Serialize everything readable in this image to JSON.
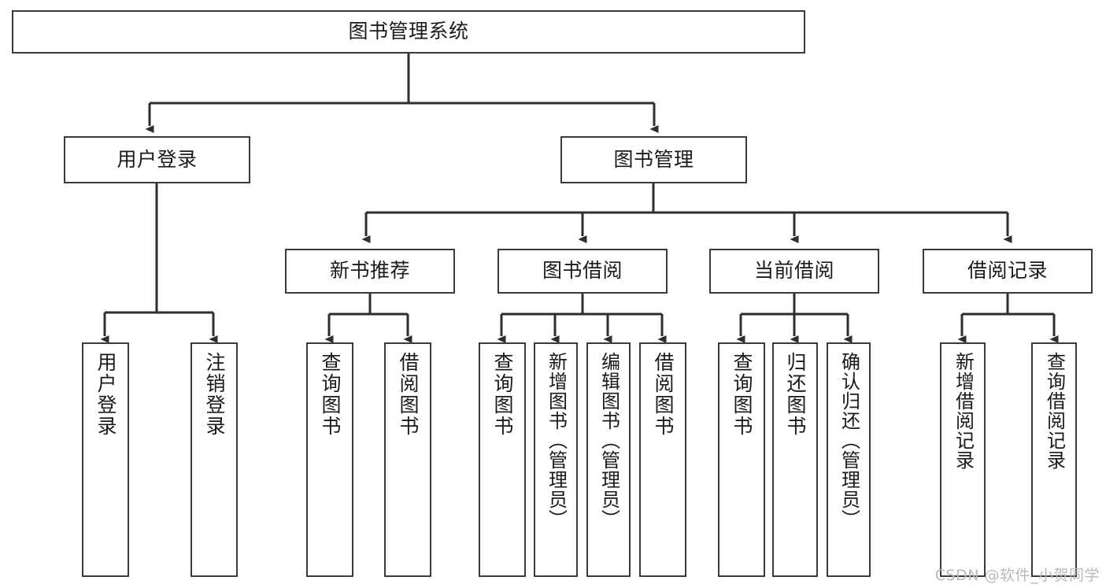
{
  "diagram": {
    "type": "tree-hierarchy-chart",
    "title": "图书管理系统",
    "line_color": "#3a3a3a",
    "box_fill": "#ffffff",
    "text_color": "#1a1a1a",
    "watermark": "CSDN @软件_小贺同学",
    "nodes": {
      "root": {
        "label": "图书管理系统"
      },
      "level1": [
        {
          "id": "user-login",
          "label": "用户登录"
        },
        {
          "id": "book-manage",
          "label": "图书管理"
        }
      ],
      "level2": [
        {
          "id": "new-book-recommend",
          "label": "新书推荐"
        },
        {
          "id": "book-borrow",
          "label": "图书借阅"
        },
        {
          "id": "current-borrow",
          "label": "当前借阅"
        },
        {
          "id": "borrow-record",
          "label": "借阅记录"
        }
      ],
      "leaves": {
        "user_login": [
          {
            "id": "leaf-user-login",
            "label": "用户登录"
          },
          {
            "id": "leaf-logout",
            "label": "注销登录"
          }
        ],
        "new_book_recommend": [
          {
            "id": "leaf-query-book-1",
            "label": "查询图书"
          },
          {
            "id": "leaf-borrow-book-1",
            "label": "借阅图书"
          }
        ],
        "book_borrow": [
          {
            "id": "leaf-query-book-2",
            "label": "查询图书"
          },
          {
            "id": "leaf-add-book",
            "label": "新增图书（管理员）"
          },
          {
            "id": "leaf-edit-book",
            "label": "编辑图书（管理员）"
          },
          {
            "id": "leaf-borrow-book-2",
            "label": "借阅图书"
          }
        ],
        "current_borrow": [
          {
            "id": "leaf-query-book-3",
            "label": "查询图书"
          },
          {
            "id": "leaf-return-book",
            "label": "归还图书"
          },
          {
            "id": "leaf-confirm-return",
            "label": "确认归还（管理员）"
          }
        ],
        "borrow_record": [
          {
            "id": "leaf-add-record",
            "label": "新增借阅记录"
          },
          {
            "id": "leaf-query-record",
            "label": "查询借阅记录"
          }
        ]
      }
    }
  }
}
